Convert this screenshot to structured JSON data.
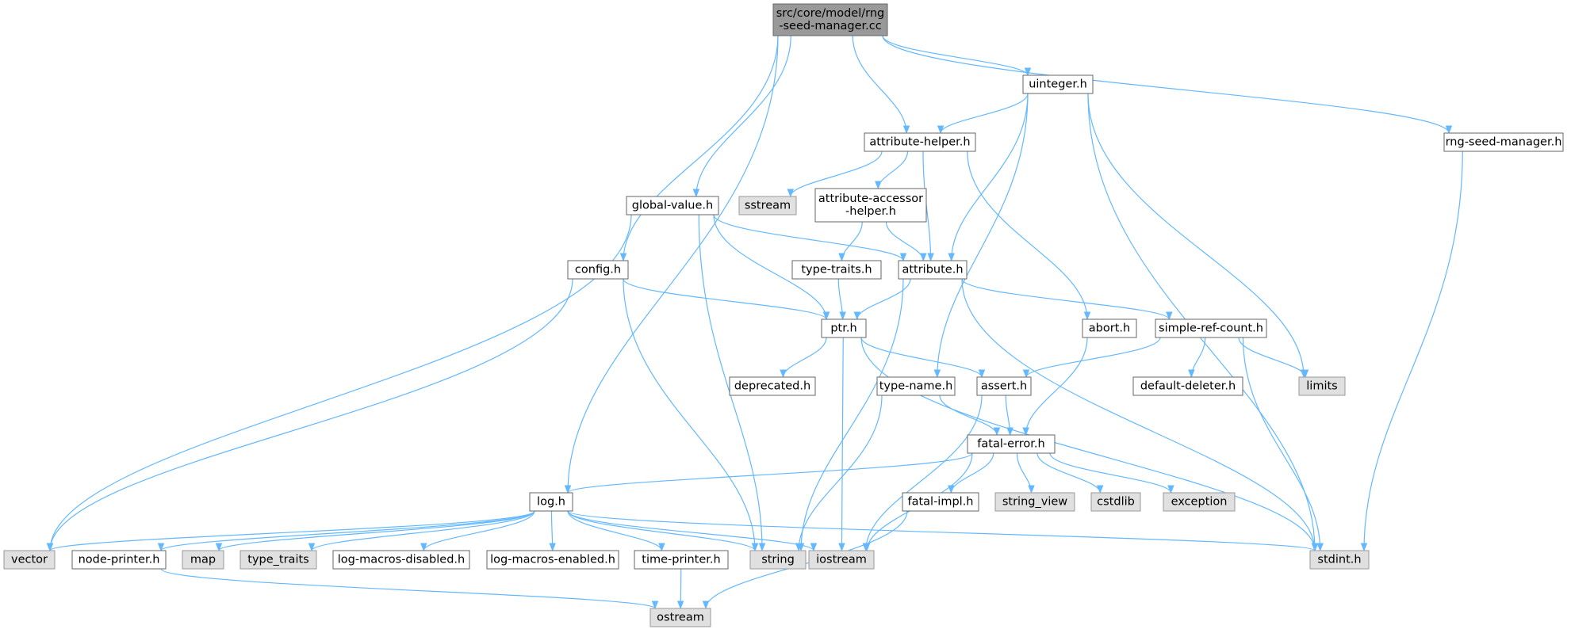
{
  "colors": {
    "root_fill": "#999999",
    "root_stroke": "#666666",
    "local_fill": "#ffffff",
    "local_stroke": "#666666",
    "system_fill": "#e0e0e0",
    "system_stroke": "#999999",
    "edge": "#63b8ff"
  },
  "nodes": [
    {
      "id": "root",
      "lines": [
        "src/core/model/rng",
        "-seed-manager.cc"
      ],
      "kind": "root"
    },
    {
      "id": "uinteger",
      "lines": [
        "uinteger.h"
      ],
      "kind": "local"
    },
    {
      "id": "attribute_helper",
      "lines": [
        "attribute-helper.h"
      ],
      "kind": "local"
    },
    {
      "id": "rng_seed_manager",
      "lines": [
        "rng-seed-manager.h"
      ],
      "kind": "local"
    },
    {
      "id": "global_value",
      "lines": [
        "global-value.h"
      ],
      "kind": "local"
    },
    {
      "id": "sstream",
      "lines": [
        "sstream"
      ],
      "kind": "system"
    },
    {
      "id": "attribute_accessor_helper",
      "lines": [
        "attribute-accessor",
        "-helper.h"
      ],
      "kind": "local"
    },
    {
      "id": "config",
      "lines": [
        "config.h"
      ],
      "kind": "local"
    },
    {
      "id": "type_traits_h",
      "lines": [
        "type-traits.h"
      ],
      "kind": "local"
    },
    {
      "id": "attribute",
      "lines": [
        "attribute.h"
      ],
      "kind": "local"
    },
    {
      "id": "ptr",
      "lines": [
        "ptr.h"
      ],
      "kind": "local"
    },
    {
      "id": "abort",
      "lines": [
        "abort.h"
      ],
      "kind": "local"
    },
    {
      "id": "simple_ref_count",
      "lines": [
        "simple-ref-count.h"
      ],
      "kind": "local"
    },
    {
      "id": "deprecated",
      "lines": [
        "deprecated.h"
      ],
      "kind": "local"
    },
    {
      "id": "type_name",
      "lines": [
        "type-name.h"
      ],
      "kind": "local"
    },
    {
      "id": "assert",
      "lines": [
        "assert.h"
      ],
      "kind": "local"
    },
    {
      "id": "default_deleter",
      "lines": [
        "default-deleter.h"
      ],
      "kind": "local"
    },
    {
      "id": "limits",
      "lines": [
        "limits"
      ],
      "kind": "system"
    },
    {
      "id": "fatal_error",
      "lines": [
        "fatal-error.h"
      ],
      "kind": "local"
    },
    {
      "id": "log",
      "lines": [
        "log.h"
      ],
      "kind": "local"
    },
    {
      "id": "fatal_impl",
      "lines": [
        "fatal-impl.h"
      ],
      "kind": "local"
    },
    {
      "id": "string_view",
      "lines": [
        "string_view"
      ],
      "kind": "system"
    },
    {
      "id": "cstdlib",
      "lines": [
        "cstdlib"
      ],
      "kind": "system"
    },
    {
      "id": "exception",
      "lines": [
        "exception"
      ],
      "kind": "system"
    },
    {
      "id": "vector",
      "lines": [
        "vector"
      ],
      "kind": "system"
    },
    {
      "id": "node_printer",
      "lines": [
        "node-printer.h"
      ],
      "kind": "local"
    },
    {
      "id": "map",
      "lines": [
        "map"
      ],
      "kind": "system"
    },
    {
      "id": "type_traits_std",
      "lines": [
        "type_traits"
      ],
      "kind": "system"
    },
    {
      "id": "log_macros_disabled",
      "lines": [
        "log-macros-disabled.h"
      ],
      "kind": "local"
    },
    {
      "id": "log_macros_enabled",
      "lines": [
        "log-macros-enabled.h"
      ],
      "kind": "local"
    },
    {
      "id": "time_printer",
      "lines": [
        "time-printer.h"
      ],
      "kind": "local"
    },
    {
      "id": "string",
      "lines": [
        "string"
      ],
      "kind": "system"
    },
    {
      "id": "iostream",
      "lines": [
        "iostream"
      ],
      "kind": "system"
    },
    {
      "id": "stdint",
      "lines": [
        "stdint.h"
      ],
      "kind": "system"
    },
    {
      "id": "ostream",
      "lines": [
        "ostream"
      ],
      "kind": "system"
    }
  ],
  "edges": [
    {
      "from": "root",
      "to": "uinteger"
    },
    {
      "from": "root",
      "to": "attribute_helper"
    },
    {
      "from": "root",
      "to": "rng_seed_manager"
    },
    {
      "from": "root",
      "to": "global_value"
    },
    {
      "from": "root",
      "to": "config"
    },
    {
      "from": "root",
      "to": "log"
    },
    {
      "from": "uinteger",
      "to": "attribute_helper"
    },
    {
      "from": "uinteger",
      "to": "attribute"
    },
    {
      "from": "uinteger",
      "to": "type_name"
    },
    {
      "from": "uinteger",
      "to": "limits"
    },
    {
      "from": "uinteger",
      "to": "stdint"
    },
    {
      "from": "rng_seed_manager",
      "to": "stdint"
    },
    {
      "from": "attribute_helper",
      "to": "sstream"
    },
    {
      "from": "attribute_helper",
      "to": "attribute_accessor_helper"
    },
    {
      "from": "attribute_helper",
      "to": "attribute"
    },
    {
      "from": "attribute_helper",
      "to": "abort"
    },
    {
      "from": "attribute_accessor_helper",
      "to": "type_traits_h"
    },
    {
      "from": "attribute_accessor_helper",
      "to": "attribute"
    },
    {
      "from": "global_value",
      "to": "attribute"
    },
    {
      "from": "global_value",
      "to": "ptr"
    },
    {
      "from": "global_value",
      "to": "vector"
    },
    {
      "from": "global_value",
      "to": "string"
    },
    {
      "from": "config",
      "to": "ptr"
    },
    {
      "from": "config",
      "to": "vector"
    },
    {
      "from": "config",
      "to": "string"
    },
    {
      "from": "type_traits_h",
      "to": "ptr"
    },
    {
      "from": "attribute",
      "to": "ptr"
    },
    {
      "from": "attribute",
      "to": "simple_ref_count"
    },
    {
      "from": "attribute",
      "to": "string"
    },
    {
      "from": "attribute",
      "to": "stdint"
    },
    {
      "from": "ptr",
      "to": "deprecated"
    },
    {
      "from": "ptr",
      "to": "assert"
    },
    {
      "from": "ptr",
      "to": "iostream"
    },
    {
      "from": "ptr",
      "to": "stdint"
    },
    {
      "from": "abort",
      "to": "fatal_error"
    },
    {
      "from": "simple_ref_count",
      "to": "assert"
    },
    {
      "from": "simple_ref_count",
      "to": "default_deleter"
    },
    {
      "from": "simple_ref_count",
      "to": "limits"
    },
    {
      "from": "simple_ref_count",
      "to": "stdint"
    },
    {
      "from": "type_name",
      "to": "fatal_error"
    },
    {
      "from": "type_name",
      "to": "string"
    },
    {
      "from": "assert",
      "to": "fatal_error"
    },
    {
      "from": "assert",
      "to": "iostream"
    },
    {
      "from": "fatal_error",
      "to": "log"
    },
    {
      "from": "fatal_error",
      "to": "fatal_impl"
    },
    {
      "from": "fatal_error",
      "to": "string_view"
    },
    {
      "from": "fatal_error",
      "to": "cstdlib"
    },
    {
      "from": "fatal_error",
      "to": "exception"
    },
    {
      "from": "fatal_error",
      "to": "iostream"
    },
    {
      "from": "fatal_impl",
      "to": "ostream"
    },
    {
      "from": "log",
      "to": "vector"
    },
    {
      "from": "log",
      "to": "node_printer"
    },
    {
      "from": "log",
      "to": "map"
    },
    {
      "from": "log",
      "to": "type_traits_std"
    },
    {
      "from": "log",
      "to": "log_macros_disabled"
    },
    {
      "from": "log",
      "to": "log_macros_enabled"
    },
    {
      "from": "log",
      "to": "time_printer"
    },
    {
      "from": "log",
      "to": "string"
    },
    {
      "from": "log",
      "to": "iostream"
    },
    {
      "from": "log",
      "to": "stdint"
    },
    {
      "from": "node_printer",
      "to": "ostream"
    },
    {
      "from": "time_printer",
      "to": "ostream"
    }
  ]
}
